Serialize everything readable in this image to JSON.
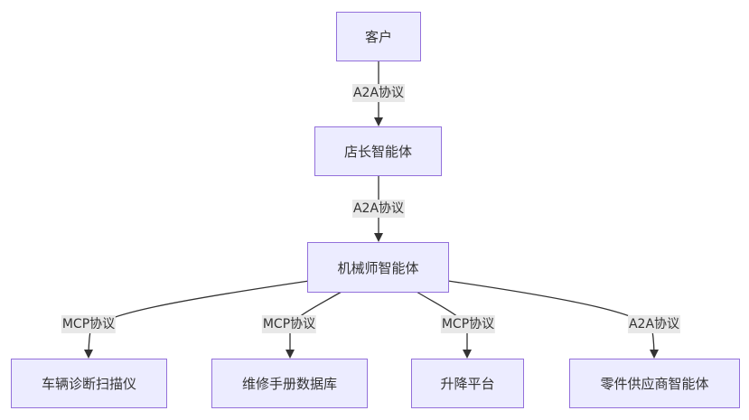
{
  "diagram": {
    "nodes": {
      "customer": "客户",
      "store_manager_agent": "店长智能体",
      "mechanic_agent": "机械师智能体",
      "vehicle_diagnostic_scanner": "车辆诊断扫描仪",
      "repair_manual_database": "维修手册数据库",
      "lift_platform": "升降平台",
      "parts_supplier_agent": "零件供应商智能体"
    },
    "edges": [
      {
        "from": "customer",
        "to": "store_manager_agent",
        "label": "A2A协议"
      },
      {
        "from": "store_manager_agent",
        "to": "mechanic_agent",
        "label": "A2A协议"
      },
      {
        "from": "mechanic_agent",
        "to": "vehicle_diagnostic_scanner",
        "label": "MCP协议"
      },
      {
        "from": "mechanic_agent",
        "to": "repair_manual_database",
        "label": "MCP协议"
      },
      {
        "from": "mechanic_agent",
        "to": "lift_platform",
        "label": "MCP协议"
      },
      {
        "from": "mechanic_agent",
        "to": "parts_supplier_agent",
        "label": "A2A协议"
      }
    ]
  },
  "colors": {
    "node_fill": "#ECECFF",
    "node_border": "#9370DB",
    "edge_line": "#333333",
    "edge_label_bg": "#e8e8e8"
  }
}
